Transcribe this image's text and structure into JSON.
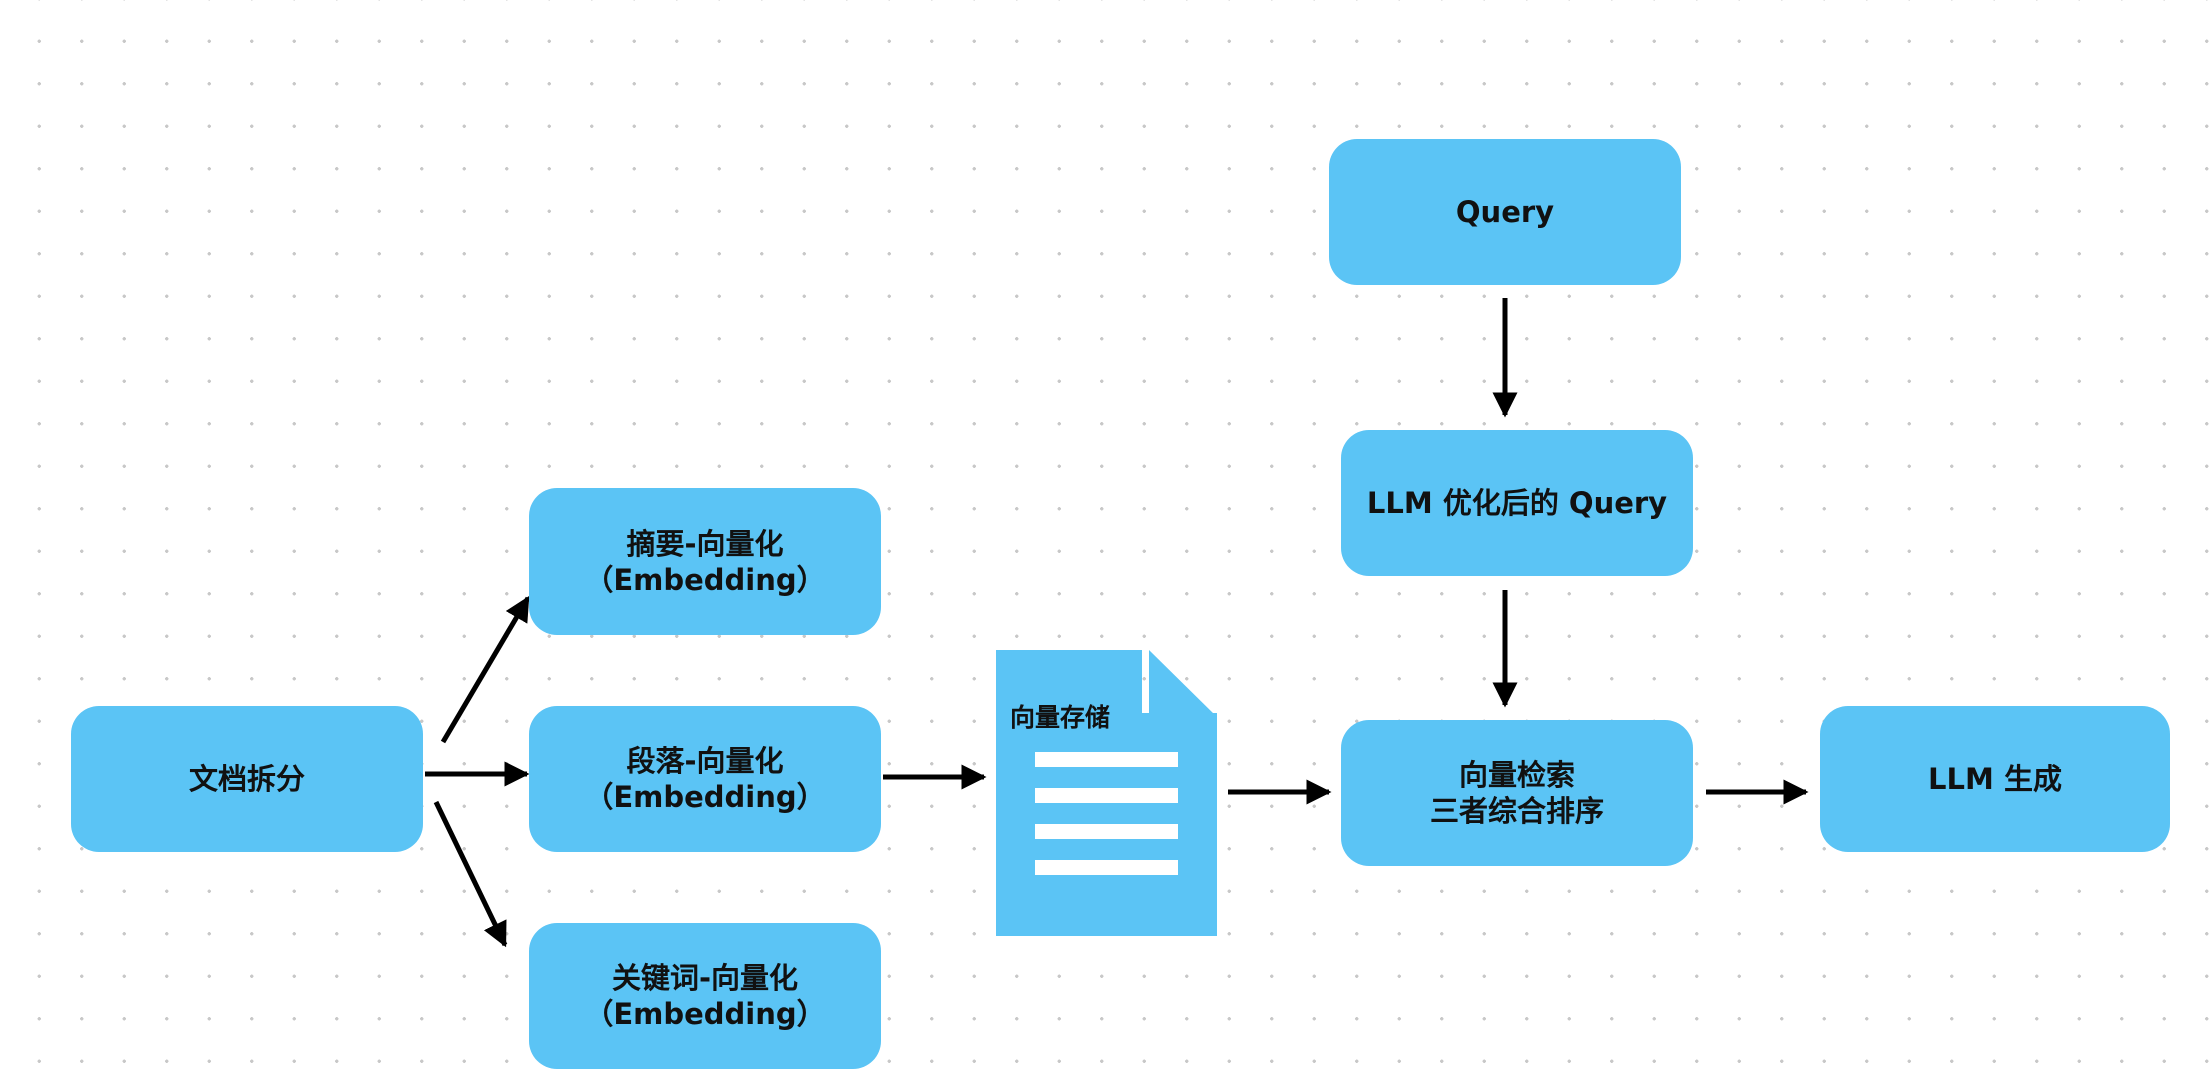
{
  "diagram": {
    "nodes": {
      "split": {
        "line1": "文档拆分"
      },
      "summary": {
        "line1": "摘要-向量化",
        "line2": "（Embedding）"
      },
      "paragraph": {
        "line1": "段落-向量化",
        "line2": "（Embedding）"
      },
      "keyword": {
        "line1": "关键词-向量化",
        "line2": "（Embedding）"
      },
      "storage": {
        "label": "向量存储"
      },
      "query": {
        "line1": "Query"
      },
      "optimized_query": {
        "line1": "LLM 优化后的 Query"
      },
      "retrieval": {
        "line1": "向量检索",
        "line2": "三者综合排序"
      },
      "generate": {
        "line1": "LLM 生成"
      }
    },
    "edges": [
      {
        "from": "split",
        "to": "summary"
      },
      {
        "from": "split",
        "to": "paragraph"
      },
      {
        "from": "split",
        "to": "keyword"
      },
      {
        "from": "paragraph",
        "to": "storage"
      },
      {
        "from": "storage",
        "to": "retrieval"
      },
      {
        "from": "query",
        "to": "optimized_query"
      },
      {
        "from": "optimized_query",
        "to": "retrieval"
      },
      {
        "from": "retrieval",
        "to": "generate"
      }
    ],
    "colors": {
      "node_fill": "#5bc4f5",
      "text": "#111111",
      "arrow": "#000000",
      "grid_dot": "#c8c8c8"
    }
  }
}
